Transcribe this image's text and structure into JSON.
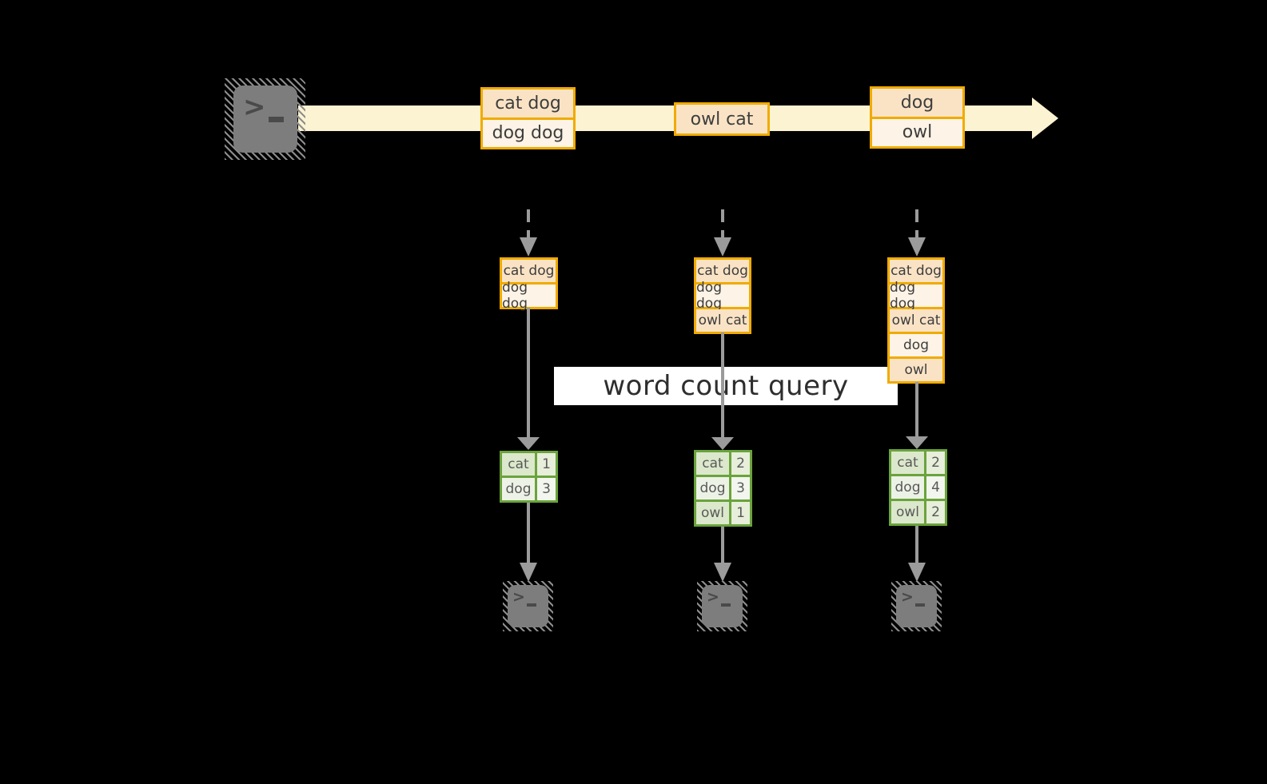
{
  "diagram": {
    "title_hidden": "",
    "prompt_glyph": ">",
    "query": {
      "label": "word count query"
    },
    "stream_events": [
      {
        "lines": [
          "cat dog",
          "dog dog"
        ]
      },
      {
        "lines": [
          "owl cat"
        ]
      },
      {
        "lines": [
          "dog",
          "owl"
        ]
      }
    ],
    "windows": [
      {
        "items": [
          "cat dog",
          "dog dog"
        ]
      },
      {
        "items": [
          "cat dog",
          "dog dog",
          "owl cat"
        ]
      },
      {
        "items": [
          "cat dog",
          "dog dog",
          "owl cat",
          "dog",
          "owl"
        ]
      }
    ],
    "counts": [
      {
        "rows": [
          {
            "word": "cat",
            "count": "1"
          },
          {
            "word": "dog",
            "count": "3"
          }
        ]
      },
      {
        "rows": [
          {
            "word": "cat",
            "count": "2"
          },
          {
            "word": "dog",
            "count": "3"
          },
          {
            "word": "owl",
            "count": "1"
          }
        ]
      },
      {
        "rows": [
          {
            "word": "cat",
            "count": "2"
          },
          {
            "word": "dog",
            "count": "4"
          },
          {
            "word": "owl",
            "count": "2"
          }
        ]
      }
    ],
    "colors": {
      "background": "#000000",
      "stream_band": "#fcf3d2",
      "box_border": "#f0ab00",
      "box_fill_dark": "#fae3c5",
      "box_fill_light": "#fdf3e6",
      "table_border": "#6aa33c",
      "table_fill_dark": "#dce8cc",
      "table_fill_light": "#edf2e6",
      "arrow_gray": "#9b9b9b",
      "terminal_gray": "#7d7d7d",
      "banner_bg": "#ffffff",
      "banner_text": "#2e2e2e"
    }
  }
}
